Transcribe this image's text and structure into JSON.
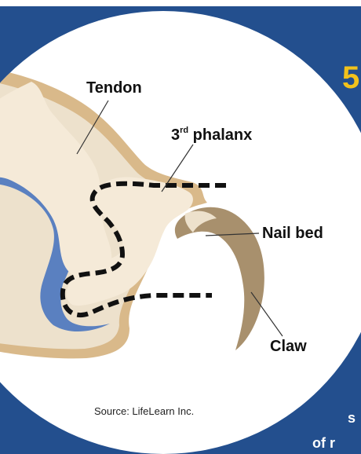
{
  "labels": {
    "tendon": "Tendon",
    "phalanx_base": "3",
    "phalanx_sup": "rd",
    "phalanx_word": " phalanx",
    "nail_bed": "Nail bed",
    "claw": "Claw"
  },
  "source": "Source: LifeLearn Inc.",
  "background_fragments": {
    "number": "5",
    "line1": "s",
    "line2": "of r"
  },
  "colors": {
    "panel": "#234f8e",
    "accent_number": "#f2c21b",
    "circle": "#ffffff",
    "skin": "#d9b98a",
    "skin_inner": "#ede1cc",
    "bone": "#f5ead8",
    "tendon": "#5a80c0",
    "claw": "#a8906d",
    "cut_line": "#111111"
  },
  "icons": {
    "amputation_line": "dashed-cut-line"
  }
}
